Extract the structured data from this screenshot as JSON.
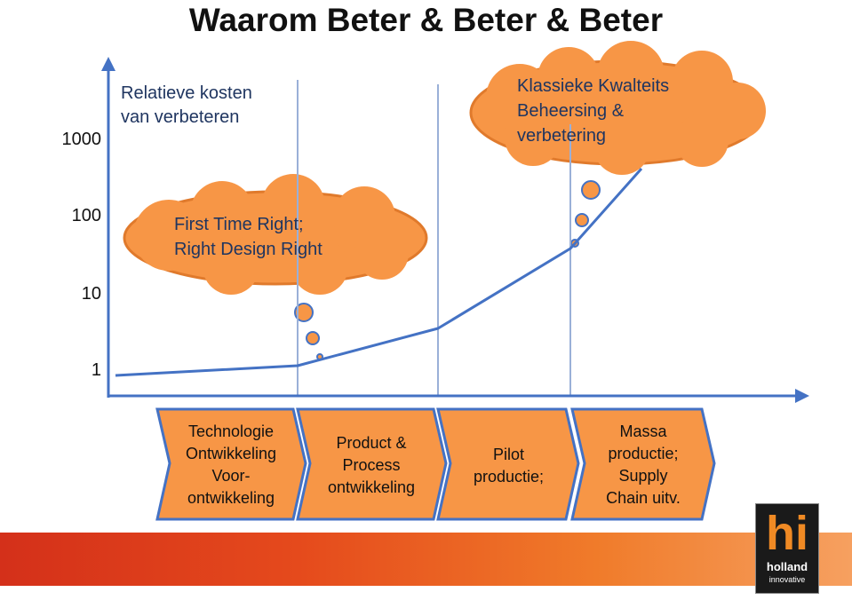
{
  "title": "Waarom Beter & Beter & Beter",
  "y_axis": {
    "label_line1": "Relatieve kosten",
    "label_line2": "van verbeteren",
    "ticks": [
      "1000",
      "100",
      "10",
      "1"
    ]
  },
  "clouds": {
    "top_right": [
      "Klassieke Kwalteits",
      "Beheersing &",
      "verbetering"
    ],
    "left": [
      "First Time Right;",
      "Right Design Right"
    ]
  },
  "phases": [
    {
      "lines": [
        "Technologie",
        "Ontwikkeling",
        "Voor-",
        "ontwikkeling"
      ]
    },
    {
      "lines": [
        "Product &",
        "Process",
        "ontwikkeling"
      ]
    },
    {
      "lines": [
        "Pilot",
        "productie;"
      ]
    },
    {
      "lines": [
        "Massa",
        "productie;",
        "Supply",
        "Chain uitv."
      ]
    }
  ],
  "logo": {
    "mark": "hi",
    "name": "holland",
    "sub": "innovative"
  },
  "colors": {
    "axis": "#4472c4",
    "cloud_fill": "#f79646",
    "cloud_stroke": "#e07a2c",
    "phase_fill": "#f79646",
    "phase_stroke": "#4472c4",
    "text_blue": "#1f3560"
  }
}
